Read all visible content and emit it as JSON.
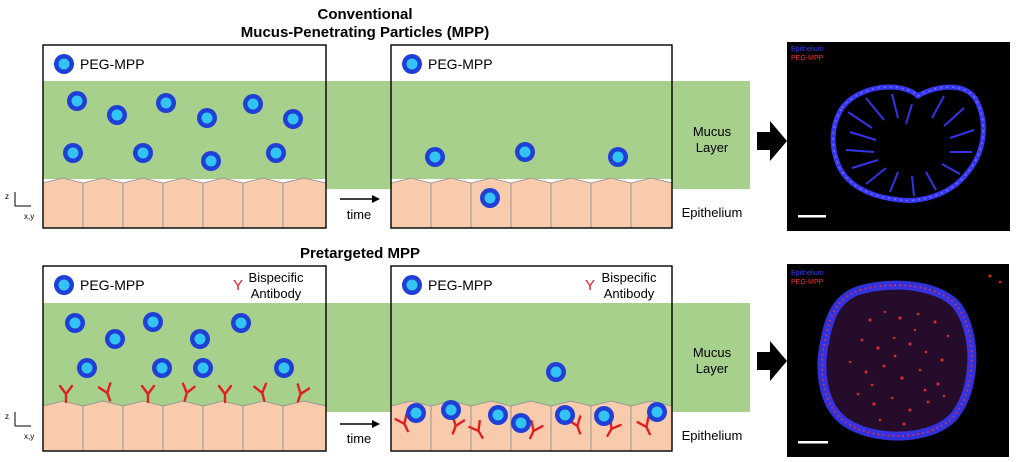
{
  "colors": {
    "mucus": "#a8d08d",
    "epithelium": "#f8cbad",
    "particle_outer": "#1f3fd6",
    "particle_inner": "#33c3f5",
    "antibody": "#e02020",
    "micro_bg": "#000000",
    "stain_blue": "#3a3aff",
    "stain_red": "#ff3030"
  },
  "conventional": {
    "title_line1": "Conventional",
    "title_line2": "Mucus-Penetrating Particles (MPP)",
    "legend_particle": "PEG-MPP",
    "micro_label_epi": "Epithelium",
    "micro_label_mpp": "PEG-MPP"
  },
  "pretargeted": {
    "title": "Pretargeted MPP",
    "legend_particle": "PEG-MPP",
    "legend_antibody_line1": "Bispecific",
    "legend_antibody_line2": "Antibody",
    "micro_label_epi": "Epithelium",
    "micro_label_mpp": "PEG-MPP"
  },
  "shared": {
    "time_label": "time",
    "mucus_label_line1": "Mucus",
    "mucus_label_line2": "Layer",
    "epithelium_label": "Epithelium",
    "axis_z": "z",
    "axis_xy": "x,y",
    "antibody_glyph": "Y"
  },
  "icons": [
    "arrow-right-icon",
    "block-arrow-icon",
    "axis-icon",
    "particle-icon",
    "antibody-icon"
  ]
}
